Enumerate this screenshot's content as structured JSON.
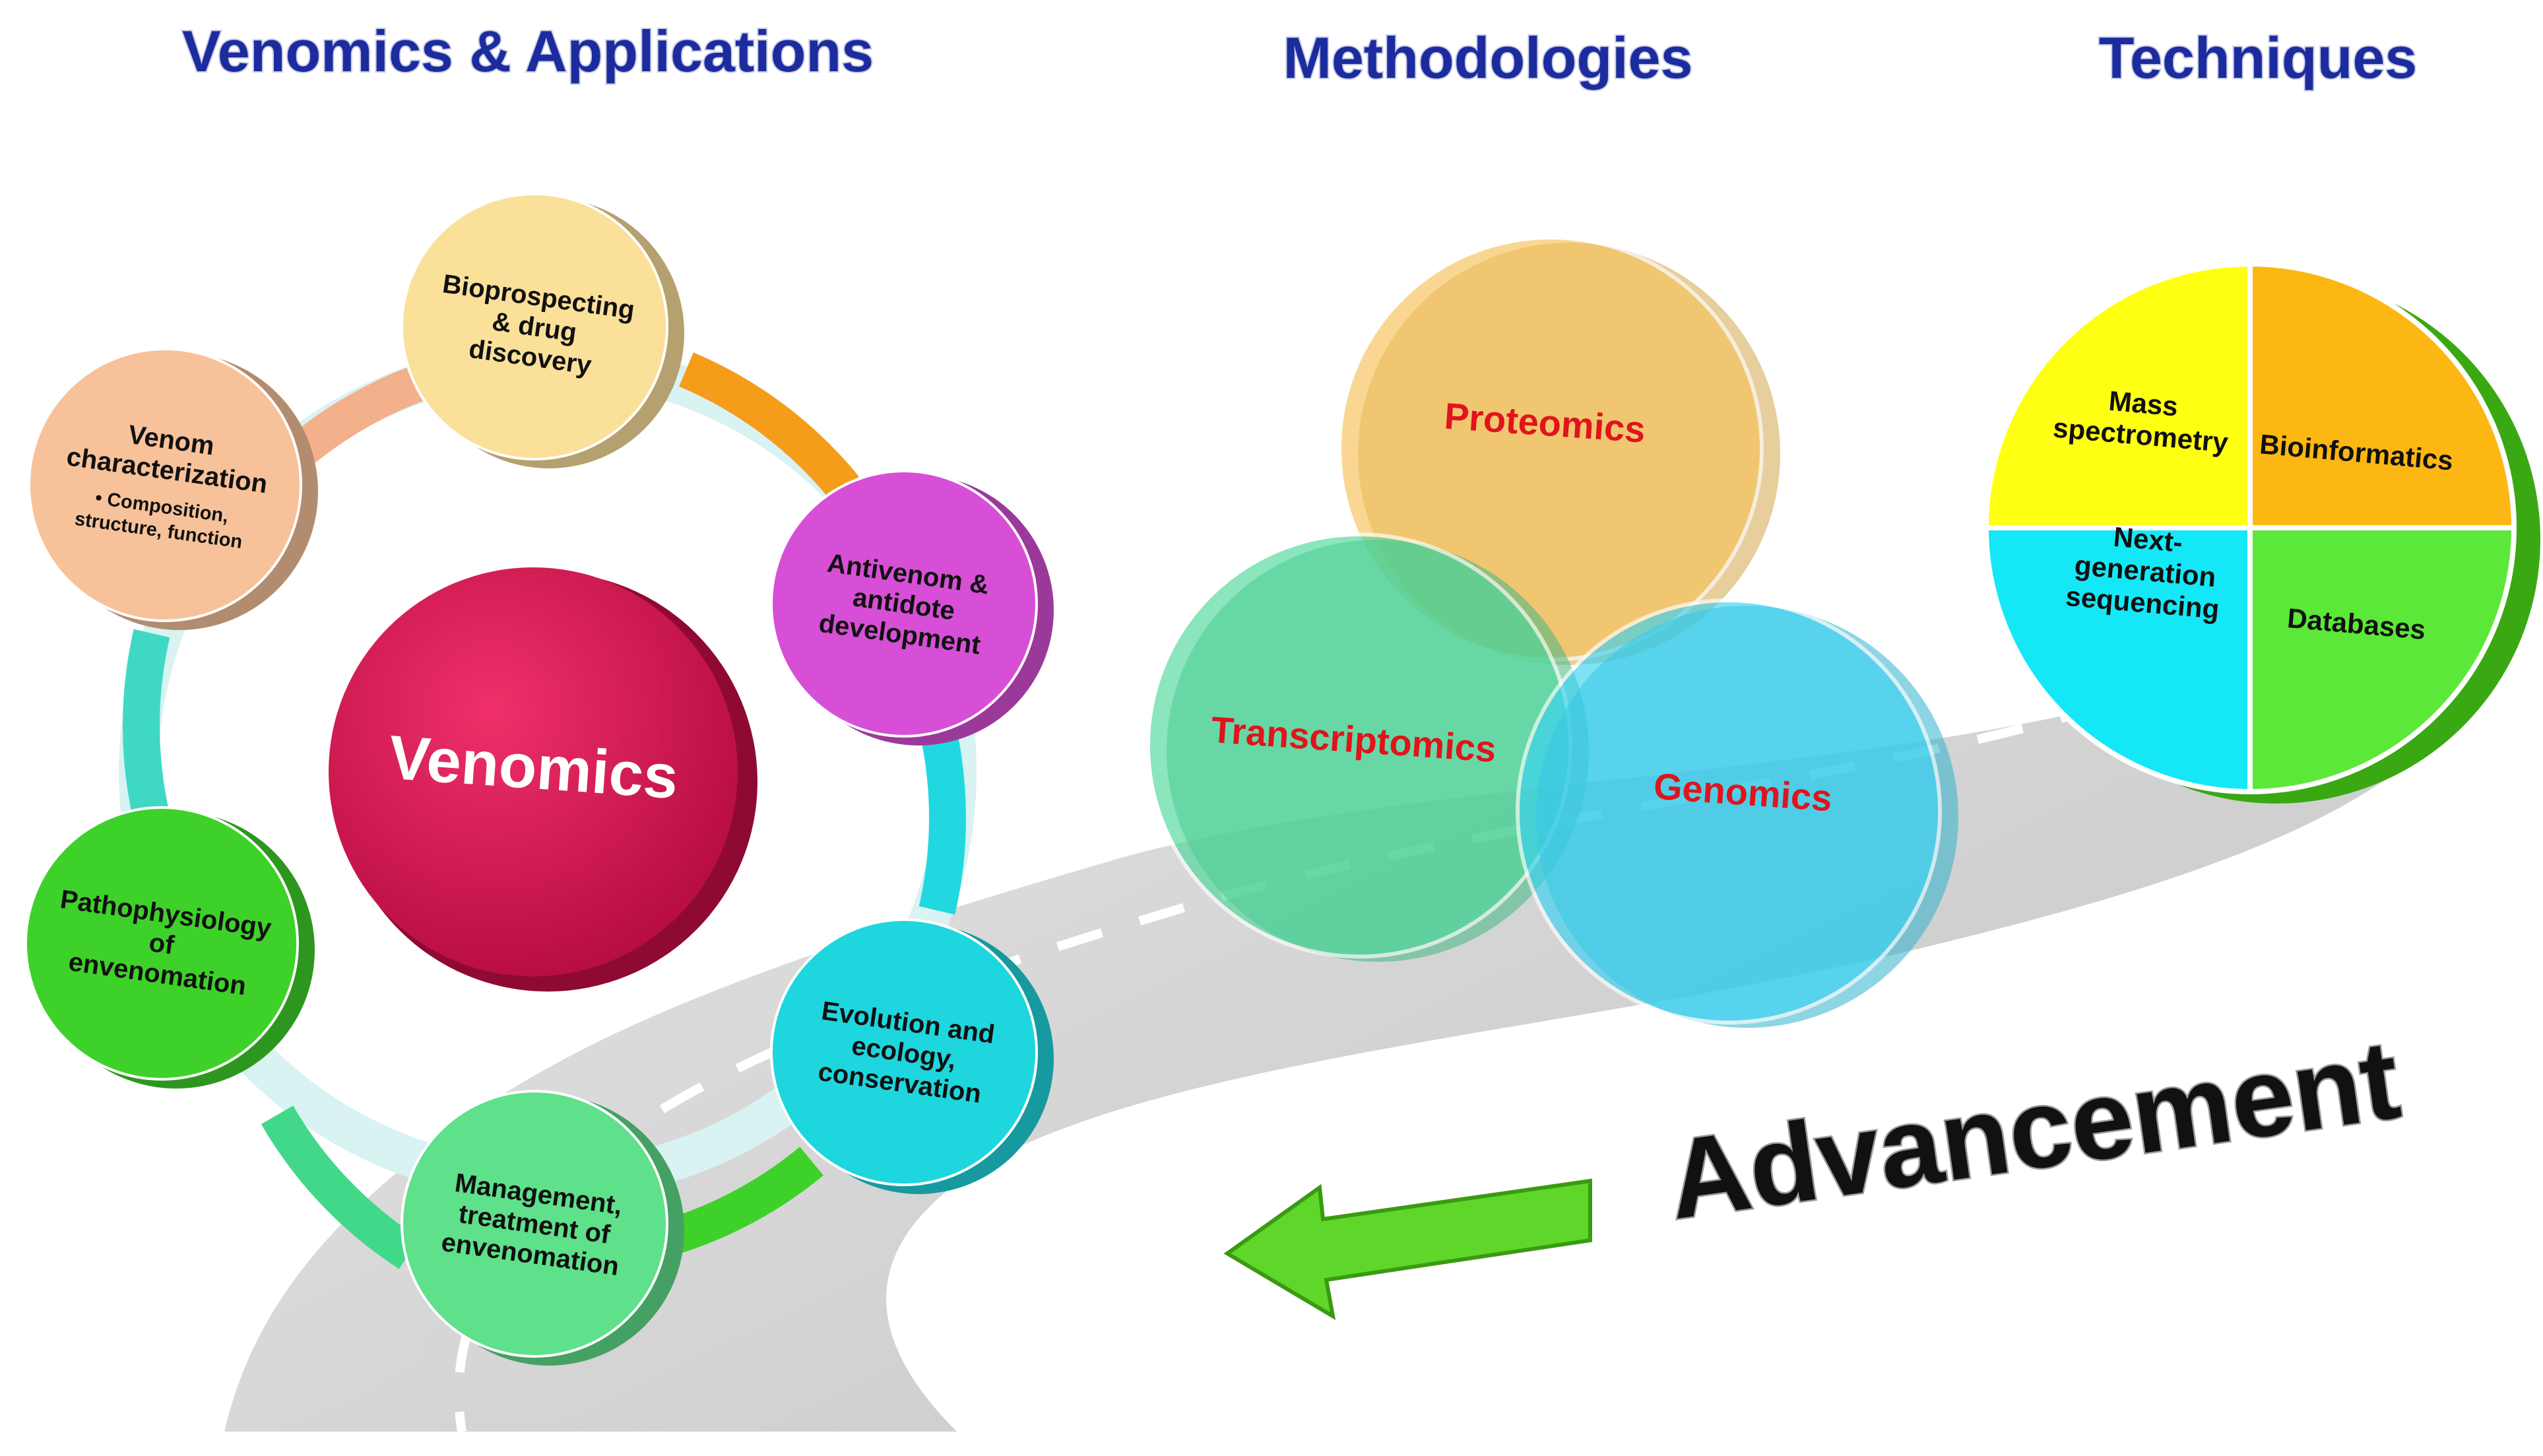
{
  "sections": {
    "venomics_title": "Venomics & Applications",
    "methodologies_title": "Methodologies",
    "techniques_title": "Techniques"
  },
  "core": {
    "label": "Venomics",
    "color": "#d4124f"
  },
  "applications": [
    {
      "lines": [
        "Bioprospecting",
        "& drug",
        "discovery"
      ],
      "color": "#fbe09a"
    },
    {
      "lines": [
        "Antivenom &",
        "antidote",
        "development"
      ],
      "color": "#d74fd6"
    },
    {
      "lines": [
        "Evolution and",
        "ecology,",
        "conservation"
      ],
      "color": "#1ed6dd"
    },
    {
      "lines": [
        "Management,",
        "treatment of",
        "envenomation"
      ],
      "color": "#5fe08a"
    },
    {
      "lines": [
        "Pathophysiology",
        "of",
        "envenomation"
      ],
      "color": "#3ed12a"
    },
    {
      "lines": [
        "Venom",
        "characterization"
      ],
      "sub": "• Composition,",
      "sub2": "structure, function",
      "color": "#f7c29a"
    }
  ],
  "methodologies": [
    {
      "label": "Proteomics",
      "color": "#f7c25a"
    },
    {
      "label": "Transcriptomics",
      "color": "#4ed89a"
    },
    {
      "label": "Genomics",
      "color": "#3ad2f2"
    }
  ],
  "techniques": [
    {
      "lines": [
        "Mass",
        "spectrometry"
      ],
      "color": "#ffff12"
    },
    {
      "lines": [
        "Bioinformatics"
      ],
      "color": "#fcb712"
    },
    {
      "lines": [
        "Databases"
      ],
      "color": "#5ce838"
    },
    {
      "lines": [
        "Next-",
        "generation",
        "sequencing"
      ],
      "color": "#14e8f6"
    }
  ],
  "advancement": {
    "label": "Advancement",
    "arrow_color": "#5fd62a"
  }
}
